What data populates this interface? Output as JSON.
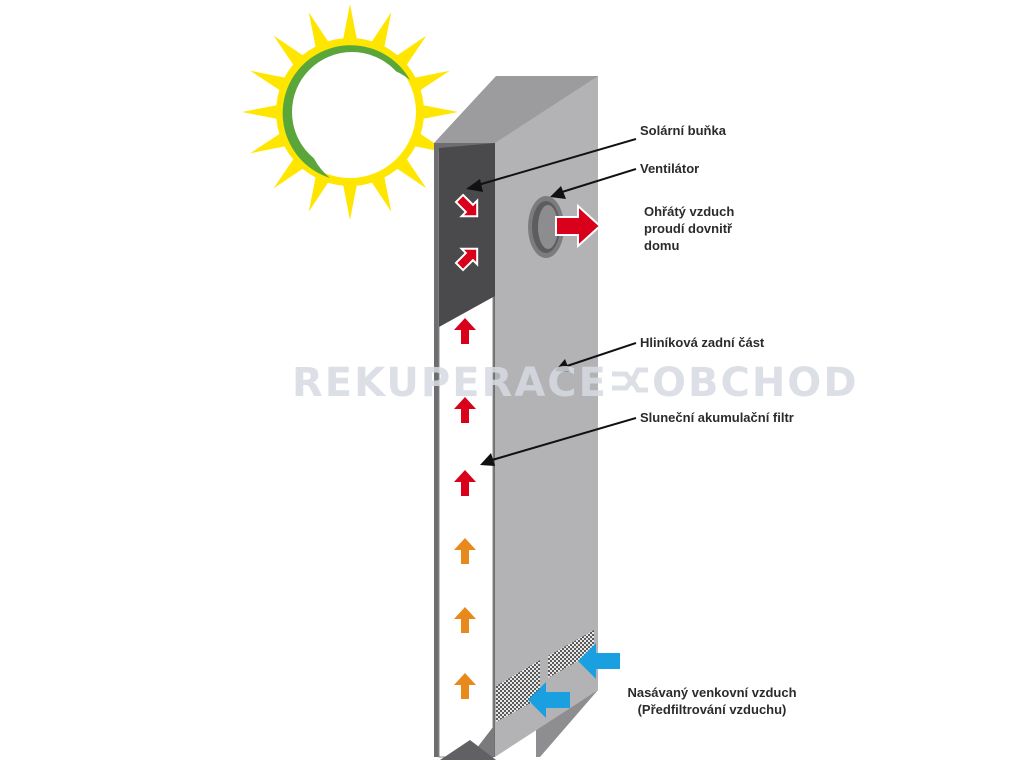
{
  "watermark": {
    "left_text": "REKUPERACE",
    "right_text": "OBCHOD"
  },
  "labels": {
    "solar_cell": "Solární buňka",
    "fan": "Ventilátor",
    "heated_air_line1": "Ohřátý vzduch",
    "heated_air_line2": "proudí dovnitř",
    "heated_air_line3": "domu",
    "aluminum_back": "Hliníková zadní část",
    "solar_filter": "Sluneční akumulační filtr",
    "intake_line1": "Nasávaný venkovní vzduch",
    "intake_line2": "(Předfiltrování vzduchu)"
  },
  "colors": {
    "sun_rays": "#ffe600",
    "sun_arc": "#5aa63a",
    "panel_front": "#b0b0b2",
    "panel_top": "#9a9a9c",
    "panel_side_dark": "#5f5f61",
    "solar_cell": "#4b4b4d",
    "hot_arrow": "#d8001b",
    "warm_arrow": "#e8891c",
    "cold_arrow": "#1aa0e0",
    "label_text": "#2b2b2b"
  },
  "arrows": {
    "hot_up_count": 3,
    "warm_up_count": 3,
    "cold_in_count": 2
  }
}
